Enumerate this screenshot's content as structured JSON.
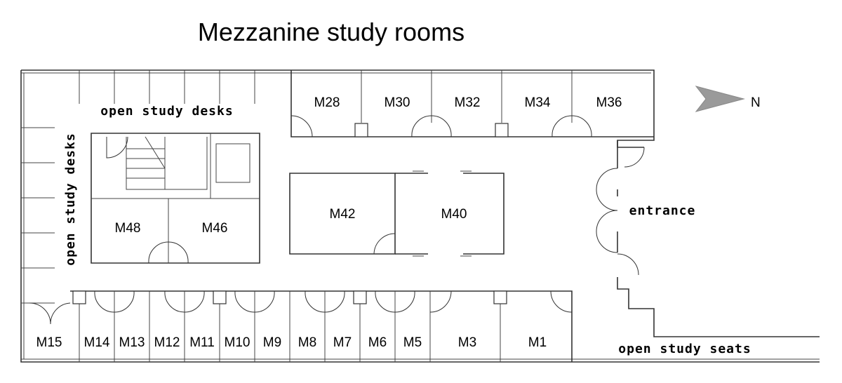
{
  "title": "Mezzanine study rooms",
  "north_label": "N",
  "areas": {
    "open_study_desks_top": "open study desks",
    "open_study_desks_left": "open study desks",
    "entrance": "entrance",
    "open_study_seats": "open study seats"
  },
  "rooms": {
    "m28": "M28",
    "m30": "M30",
    "m32": "M32",
    "m34": "M34",
    "m36": "M36",
    "m42": "M42",
    "m40": "M40",
    "m48": "M48",
    "m46": "M46",
    "m15": "M15",
    "m14": "M14",
    "m13": "M13",
    "m12": "M12",
    "m11": "M11",
    "m10": "M10",
    "m9": "M9",
    "m8": "M8",
    "m7": "M7",
    "m6": "M6",
    "m5": "M5",
    "m3": "M3",
    "m1": "M1"
  },
  "colors": {
    "arrow": "#9a9a9a",
    "walls": "#333333"
  }
}
